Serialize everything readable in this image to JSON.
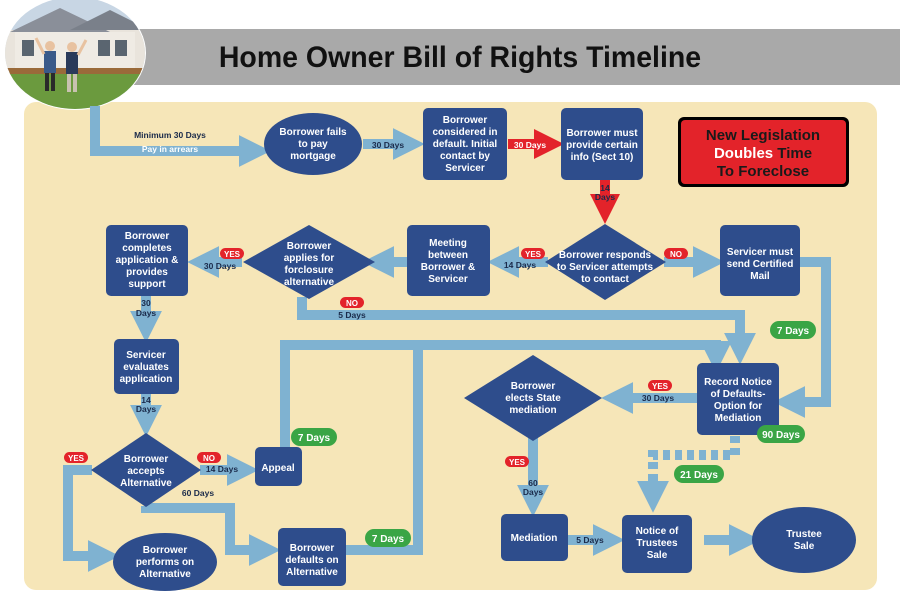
{
  "header": {
    "title": "Home Owner Bill of Rights Timeline"
  },
  "legislation": {
    "line1": "New Legislation",
    "line2a": "Doubles",
    "line2b": " Time",
    "line3": "To Foreclose"
  },
  "nodes": {
    "fails": [
      "Borrower fails",
      "to pay",
      "mortgage"
    ],
    "default": [
      "Borrower",
      "considered in",
      "default.  Initial",
      "contact by",
      "Servicer"
    ],
    "provide": [
      "Borrower must",
      "provide certain",
      "info (Sect 10)"
    ],
    "completes": [
      "Borrower",
      "completes",
      "application &",
      "provides",
      "support"
    ],
    "applies": [
      "Borrower",
      "applies for",
      "forclosure",
      "alternative"
    ],
    "meeting": [
      "Meeting",
      "between",
      "Borrower &",
      "Servicer"
    ],
    "responds": [
      "Borrower responds",
      "to Servicer attempts",
      "to contact"
    ],
    "certified": [
      "Servicer must",
      "send Certified",
      "Mail"
    ],
    "evaluates": [
      "Servicer",
      "evaluates",
      "application"
    ],
    "accepts": [
      "Borrower",
      "accepts",
      "Alternative"
    ],
    "appeal": [
      "Appeal"
    ],
    "performs": [
      "Borrower",
      "performs on",
      "Alternative"
    ],
    "defaults_alt": [
      "Borrower",
      "defaults on",
      "Alternative"
    ],
    "elects": [
      "Borrower",
      "elects State",
      "mediation"
    ],
    "record": [
      "Record Notice",
      "of Defaults-",
      "Option for",
      "Mediation"
    ],
    "mediation": [
      "Mediation"
    ],
    "notice": [
      "Notice of",
      "Trustees",
      "Sale"
    ],
    "trustee": [
      "Trustee",
      "Sale"
    ]
  },
  "labels": {
    "min30": "Minimum 30 Days",
    "arrears": "Pay in arrears",
    "d30_a": "30 Days",
    "d30_red": "30 Days",
    "d14_red_a": "14",
    "d14_red_b": "Days",
    "d30_b": "30 Days",
    "d14_a": "14 Days",
    "d5_a": "5 Days",
    "d30_c_a": "30",
    "d30_c_b": "Days",
    "d14_b_a": "14",
    "d14_b_b": "Days",
    "d14_c": "14 Days",
    "d60_a": "60 Days",
    "d30_d": "30 Days",
    "d60_b_a": "60",
    "d60_b_b": "Days",
    "d5_b": "5 Days"
  },
  "pills": {
    "yes1": "YES",
    "yes2": "YES",
    "no1": "NO",
    "no2": "NO",
    "yes3": "YES",
    "no3": "NO",
    "yes4": "YES",
    "yes5": "YES"
  },
  "badges": {
    "b7a": "7 Days",
    "b7b": "7 Days",
    "b90": "90 Days",
    "b21": "21 Days",
    "b7c": "7 Days"
  },
  "colors": {
    "node": "#2e4d8c",
    "arrow": "#7fb2d1",
    "background": "#f6e6b8",
    "red": "#e3232a",
    "green": "#3aa545",
    "header_bar": "#a9a9a9"
  },
  "photo": {
    "name": "happy-homeowners-photo"
  }
}
